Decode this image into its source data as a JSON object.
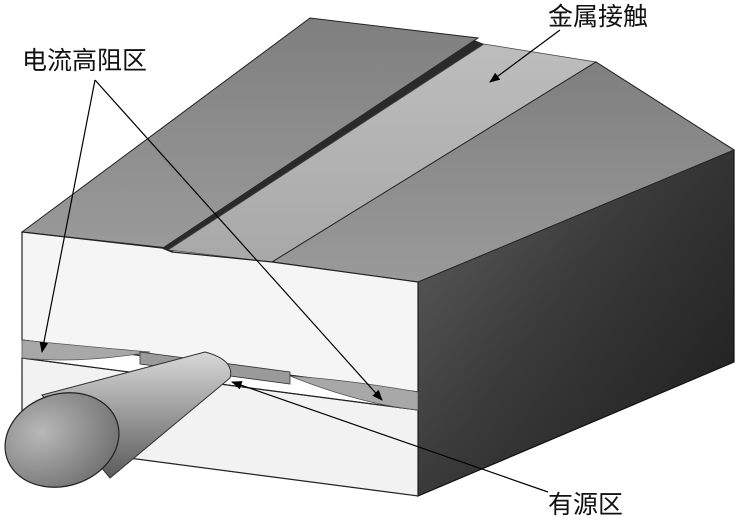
{
  "labels": {
    "metal_contact": "金属接触",
    "current_high_resistance": "电流高阻区",
    "active_region": "有源区"
  },
  "colors": {
    "top_gray": "#8c8c8c",
    "stripe_light": "#b2b2b2",
    "side_dark": "#3a3a3a",
    "front_light": "#f4f4f4",
    "fiber": "#9a9a9a",
    "arrow": "#000000"
  }
}
